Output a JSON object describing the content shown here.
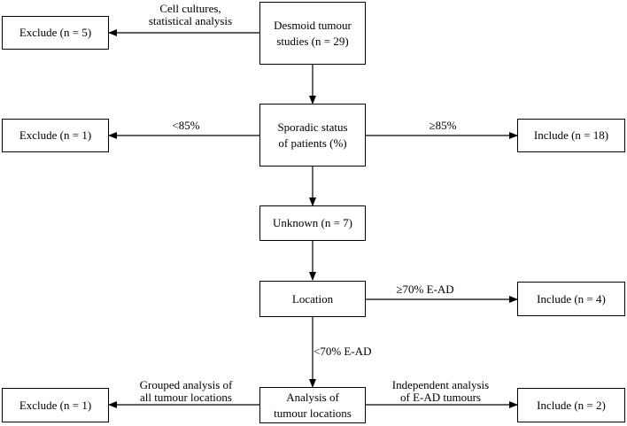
{
  "nodes": {
    "desmoid_studies": {
      "line1": "Desmoid tumour",
      "line2": "studies (n = 29)"
    },
    "exclude_1": "Exclude (n = 5)",
    "sporadic_status": {
      "line1": "Sporadic status",
      "line2": "of patients (%)"
    },
    "exclude_2": "Exclude (n = 1)",
    "include_1": "Include (n = 18)",
    "unknown": "Unknown (n = 7)",
    "location": "Location",
    "include_2": "Include (n = 4)",
    "analysis": {
      "line1": "Analysis of",
      "line2": "tumour locations"
    },
    "exclude_3": "Exclude (n = 1)",
    "include_3": "Include (n = 2)"
  },
  "edges": {
    "cell_cultures": {
      "line1": "Cell cultures,",
      "line2": "statistical analysis"
    },
    "lt85": "<85%",
    "ge85": "≥85%",
    "ge70": "≥70% E-AD",
    "lt70": "<70% E-AD",
    "grouped": {
      "line1": "Grouped analysis of",
      "line2": "all tumour locations"
    },
    "independent": {
      "line1": "Independent analysis",
      "line2": "of E-AD tumours"
    }
  }
}
